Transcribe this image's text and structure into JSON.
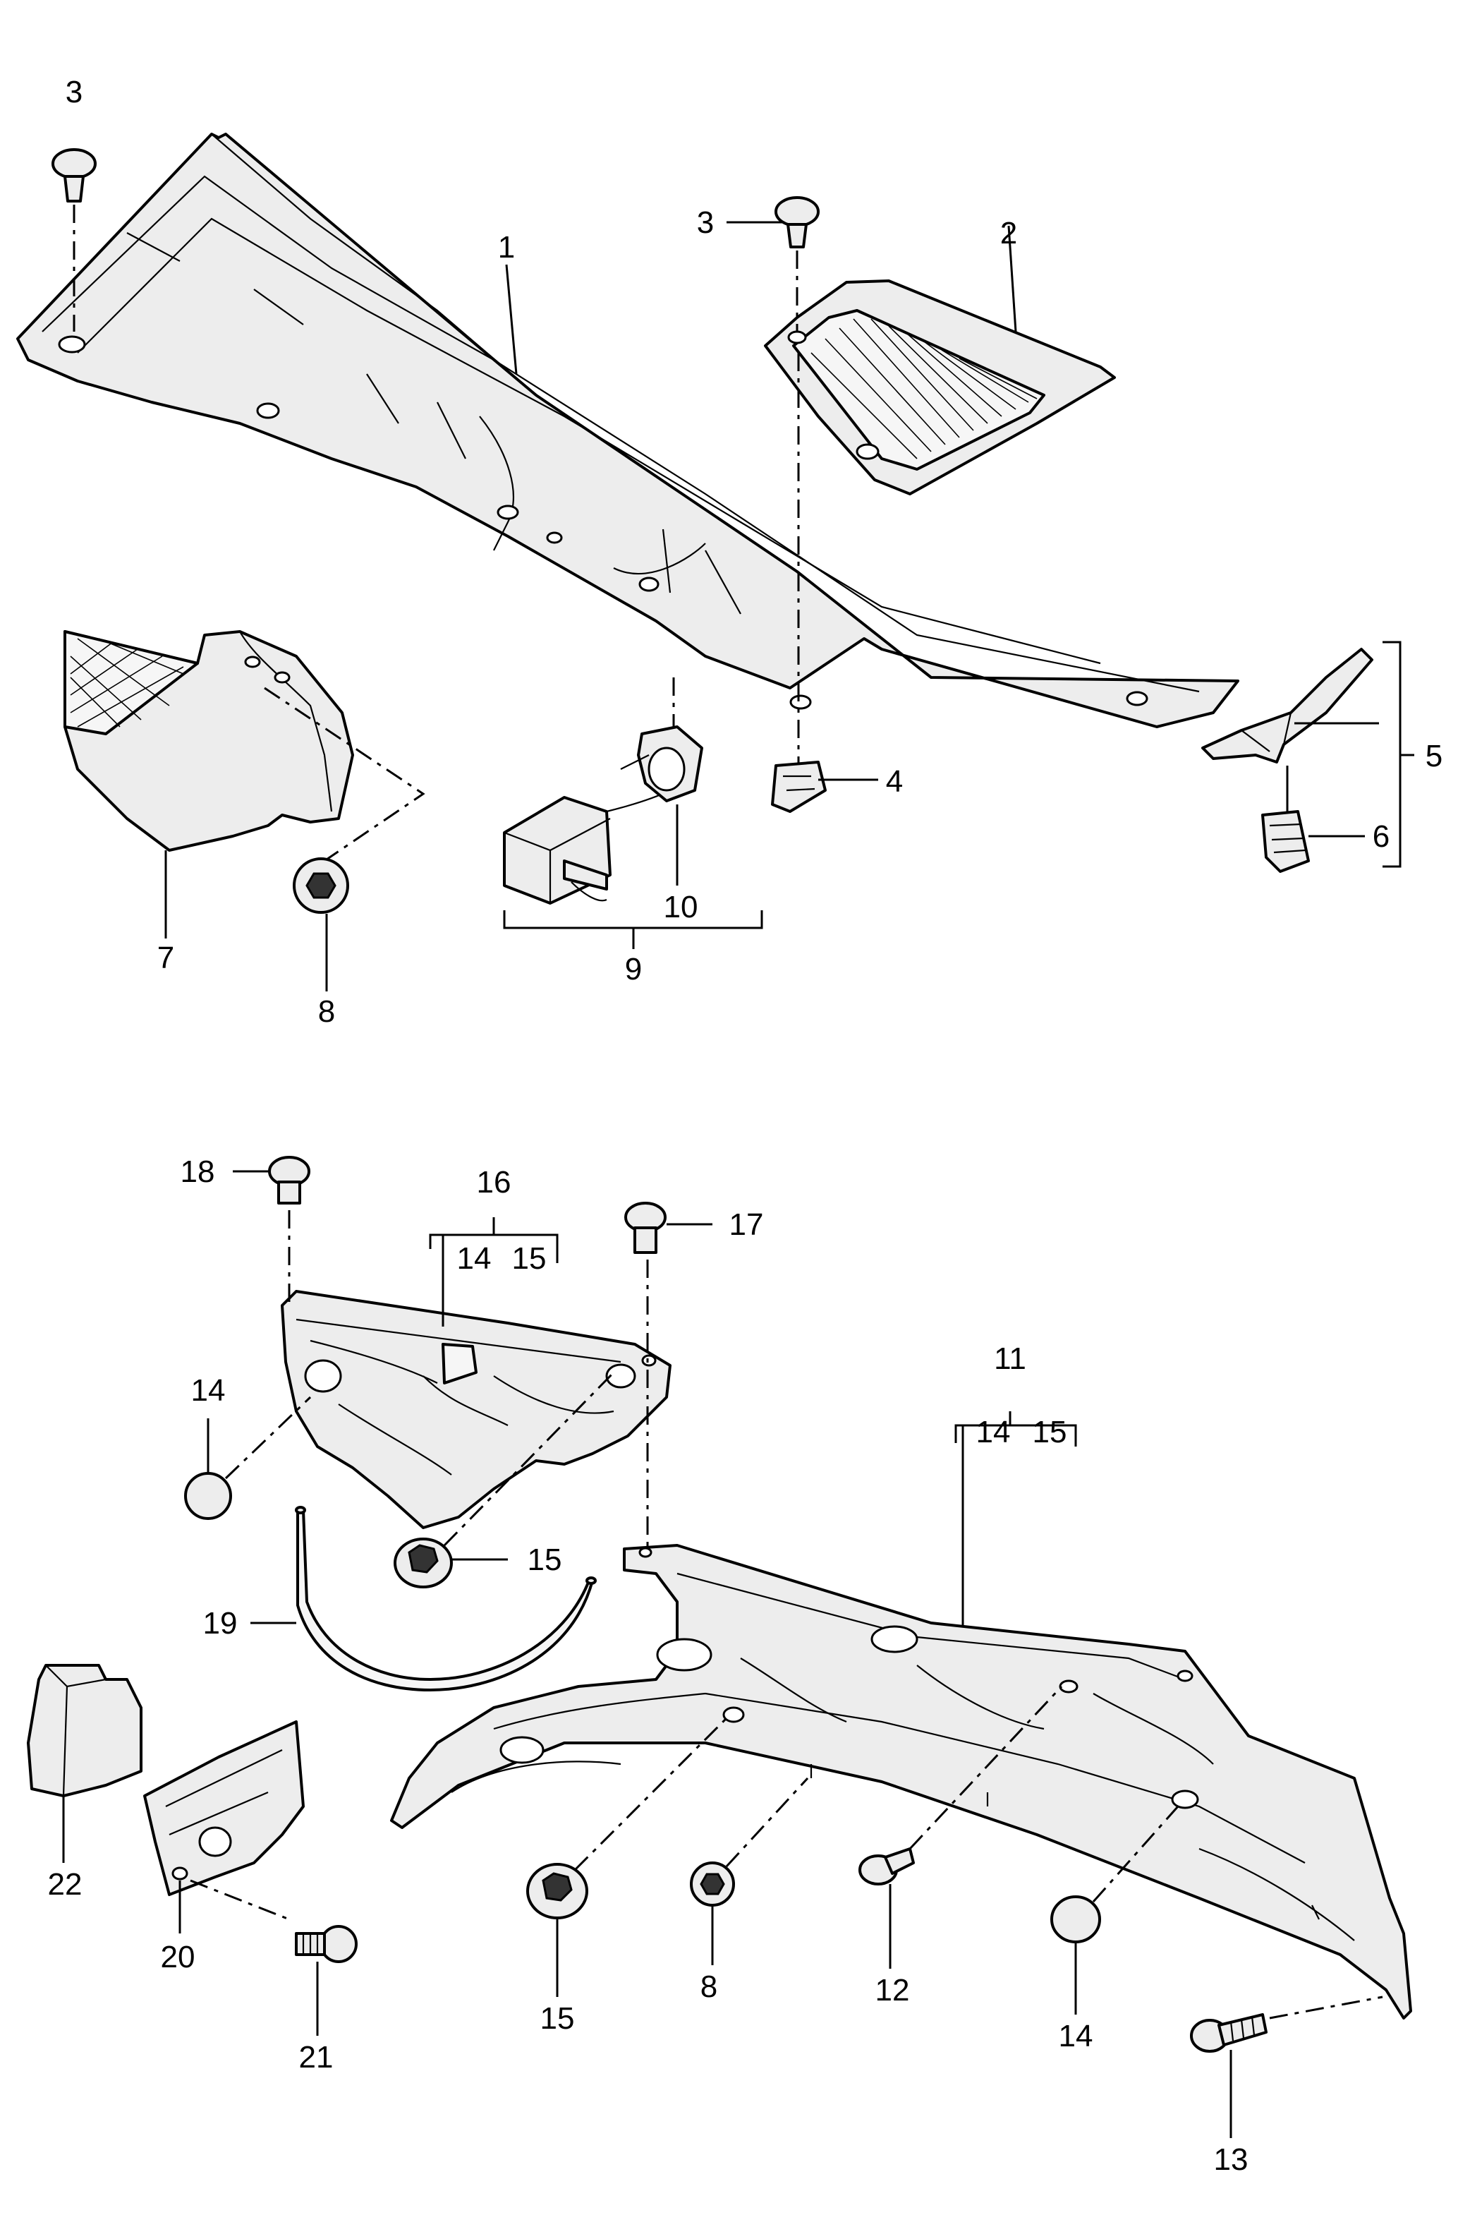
{
  "diagram": {
    "upper_assembly": {
      "labels": {
        "cover": "1",
        "side_cover": "2",
        "clip_top_left": "3",
        "clip_top_right": "3",
        "clip_nut": "4",
        "bracket_kit": "5",
        "bracket_clip": "6",
        "air_duct": "7",
        "nut": "8",
        "sensor_kit": "9",
        "sensor_holder": "10"
      }
    },
    "lower_assembly": {
      "labels": {
        "partition_panel": "11",
        "partition_sub_a": "14",
        "partition_sub_b": "15",
        "screw": "12",
        "screw_large": "13",
        "plug_right": "14",
        "grommet_bottom": "15",
        "nut_bottom": "8",
        "heat_shield_kit": "16",
        "heat_shield_sub_a": "14",
        "heat_shield_sub_b": "15",
        "screw_top_right": "17",
        "screw_top_left": "18",
        "plug_left": "14",
        "grommet_left": "15",
        "hose": "19",
        "bracket": "20",
        "expanding_rivet": "21",
        "cap": "22"
      }
    }
  }
}
